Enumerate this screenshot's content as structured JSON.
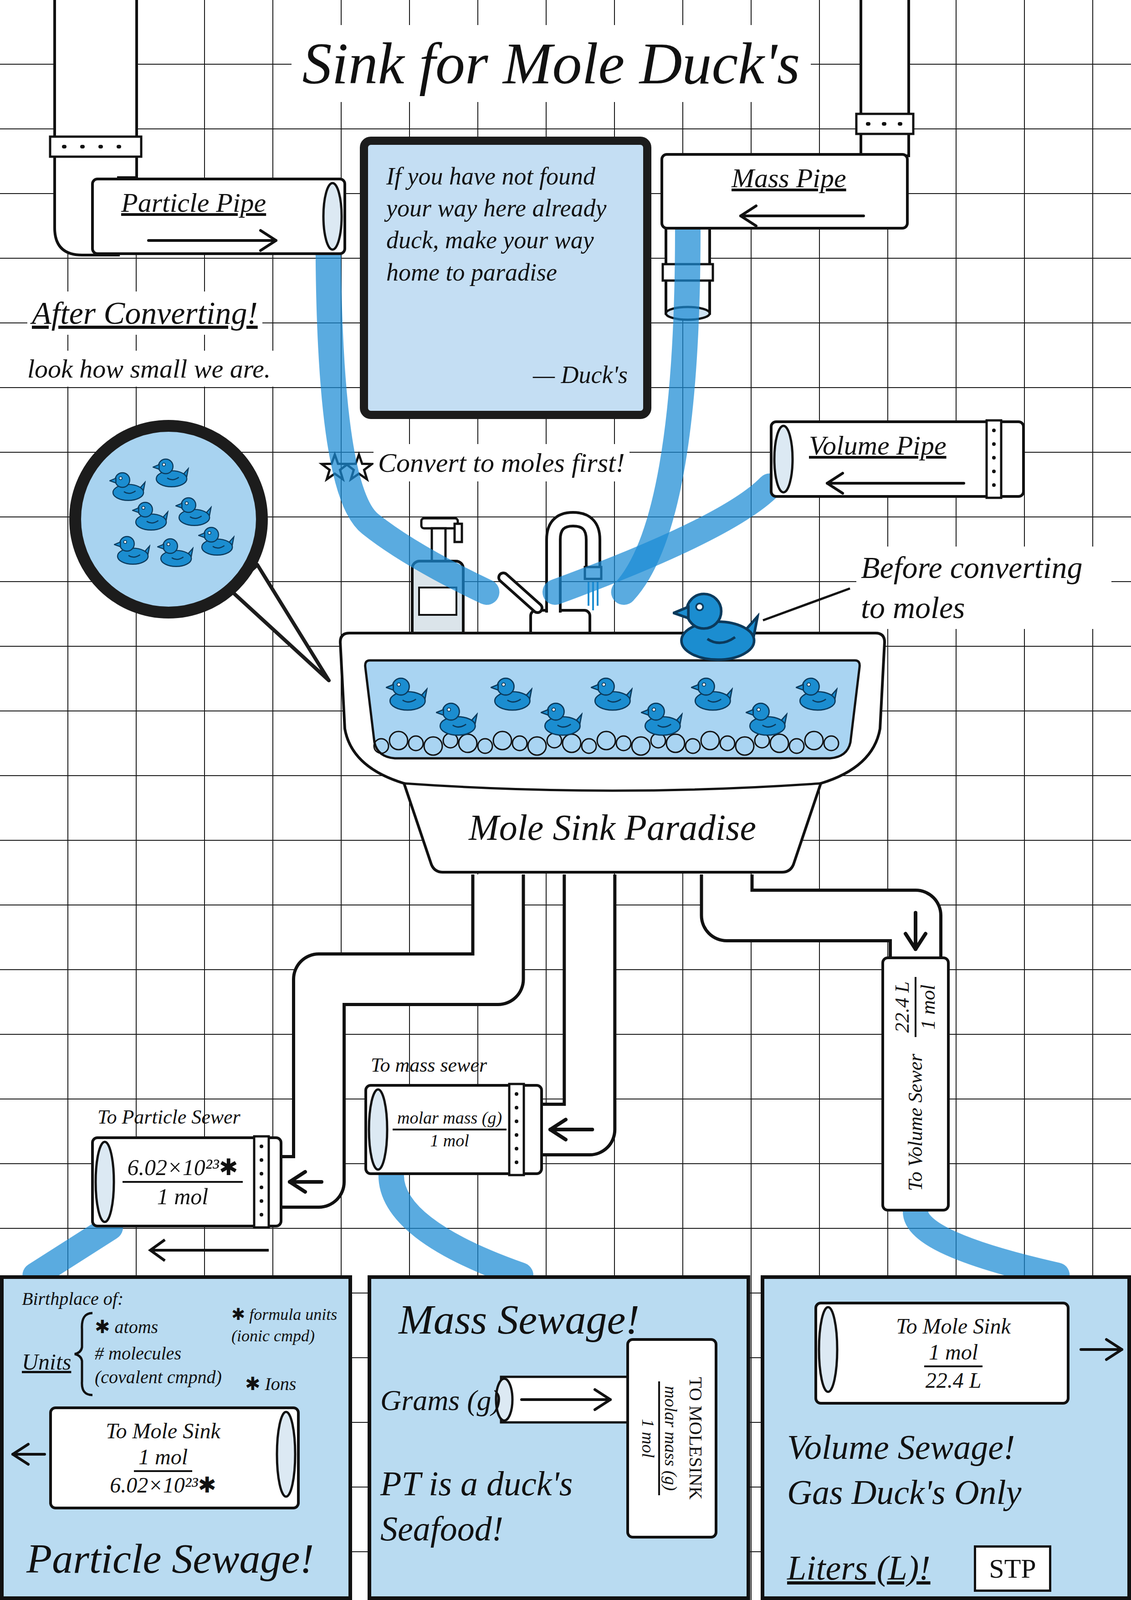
{
  "diagram": {
    "title": "Sink for Mole Duck's",
    "nodes": [
      {
        "text": [
          "Particle Pipe"
        ]
      },
      {
        "text": [
          "If you have not found your way here already duck, make your way home to paradise",
          "— Duck's"
        ]
      },
      {
        "text": [
          "Mass Pipe"
        ]
      },
      {
        "text": [
          "Volume Pipe"
        ]
      },
      {
        "text": [
          "Mole Sink Paradise"
        ]
      },
      {
        "text": [
          "To Particle Sewer",
          "6.02×10²³✱",
          "1 mol"
        ]
      },
      {
        "text": [
          "To mass sewer",
          "molar mass (g)",
          "1 mol"
        ]
      },
      {
        "text": [
          "To Volume Sewer",
          "22.4 L",
          "1 mol"
        ]
      },
      {
        "text": [
          "Birthplace of:",
          "Units",
          "✱ atoms",
          "# molecules (covalent cmpnd)",
          "✱ formula units (ionic cmpd)",
          "✱ Ions",
          "Particle Sewage!"
        ]
      },
      {
        "text": [
          "To Mole Sink",
          "1 mol",
          "6.02×10²³✱"
        ],
        "in": 8
      },
      {
        "text": [
          "Mass Sewage!",
          "Grams (g)",
          "PT is a duck's Seafood!"
        ]
      },
      {
        "text": [
          "TO MOLESINK",
          "molar mass (g)",
          "1 mol"
        ],
        "in": 10
      },
      {
        "text": [
          "Volume Sewage! Gas Duck's Only",
          "Liters (L)!"
        ]
      },
      {
        "text": [
          "To Mole Sink",
          "1 mol",
          "22.4 L"
        ],
        "in": 12
      },
      {
        "text": [
          "STP"
        ],
        "in": 12
      }
    ],
    "edges": [
      {
        "from": 0,
        "to": 4,
        "arrow": "none"
      },
      {
        "from": 2,
        "to": 4,
        "arrow": "none"
      },
      {
        "from": 3,
        "to": 4,
        "arrow": "none"
      },
      {
        "from": 4,
        "to": 5,
        "arrow": "to"
      },
      {
        "from": 4,
        "to": 6,
        "arrow": "to"
      },
      {
        "from": 4,
        "to": 7,
        "arrow": "to"
      },
      {
        "from": 5,
        "to": 8,
        "arrow": "none"
      },
      {
        "from": 6,
        "to": 10,
        "arrow": "none"
      },
      {
        "from": 7,
        "to": 12,
        "arrow": "none"
      }
    ],
    "labels": [
      "After Converting!",
      "look how small we are.",
      "Convert to moles first!",
      "Before converting to moles"
    ]
  }
}
